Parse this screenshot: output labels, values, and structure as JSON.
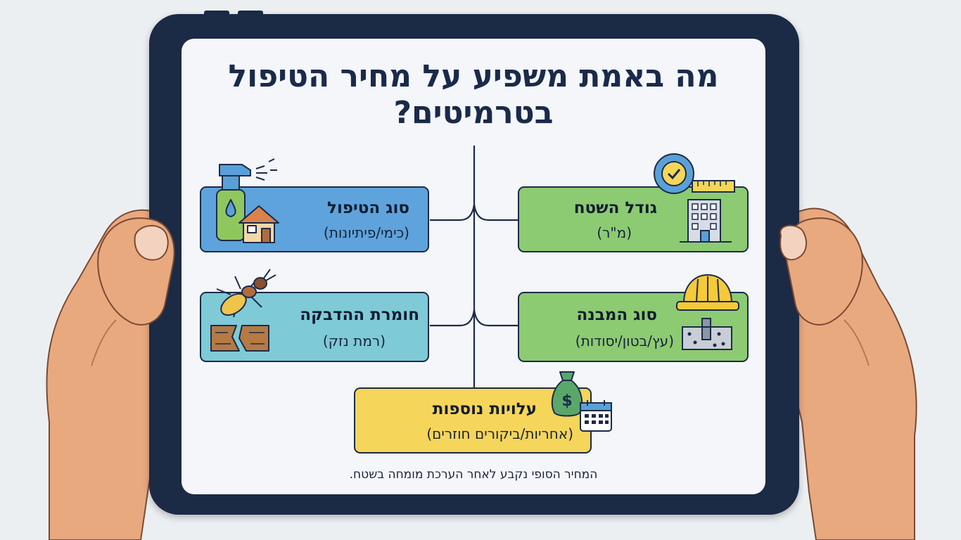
{
  "title": "מה באמת משפיע על מחיר הטיפול בטרמיטים?",
  "factors": {
    "treatment_type": {
      "title": "סוג הטיפול",
      "sub": "(כימי/פיתיונות)"
    },
    "area_size": {
      "title": "גודל השטח",
      "sub": "(מ\"ר)"
    },
    "infestation": {
      "title": "חומרת ההדבקה",
      "sub": "(רמת נזק)"
    },
    "structure": {
      "title": "סוג המבנה",
      "sub": "(עץ/בטון/יסודות)"
    },
    "extra_costs": {
      "title": "עלויות נוספות",
      "sub": "(אחריות/ביקורים חוזרים)"
    }
  },
  "footer": "המחיר הסופי נקבע לאחר הערכת מומחה בשטח.",
  "colors": {
    "frame": "#1b2a45",
    "blue": "#5ea3dc",
    "green": "#8ccb72",
    "teal": "#7fcad7",
    "yellow": "#f5d55a",
    "skin": "#e9a97f"
  },
  "icons": [
    "spray-bottle-icon",
    "house-icon",
    "tape-measure-icon",
    "building-icon",
    "termite-icon",
    "damaged-wood-icon",
    "hard-hat-icon",
    "foundation-icon",
    "money-bag-icon",
    "calendar-icon"
  ]
}
